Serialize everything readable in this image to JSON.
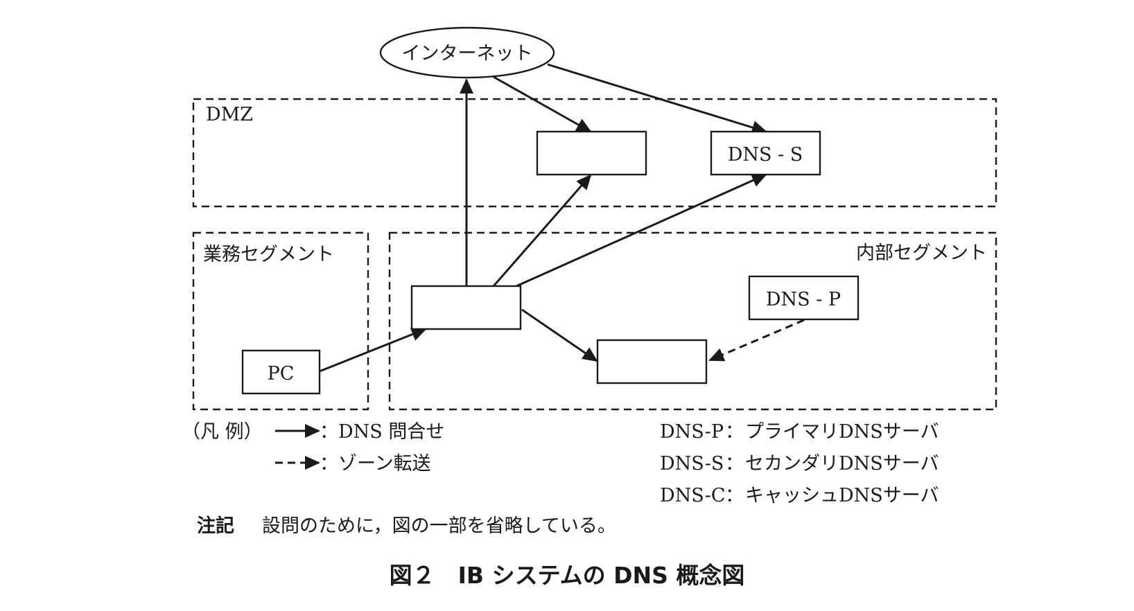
{
  "diagram": {
    "zones": {
      "dmz": "DMZ",
      "business": "業務セグメント",
      "internal": "内部セグメント"
    },
    "nodes": {
      "internet": "インターネット",
      "dmz_server": "",
      "dns_s": "DNS - S",
      "dns_c_hub": "",
      "pc": "PC",
      "dns_p": "DNS - P",
      "internal_server": ""
    },
    "edges": [
      {
        "from": "pc",
        "to": "dns_c_hub",
        "type": "dns-query"
      },
      {
        "from": "dns_c_hub",
        "to": "internet",
        "type": "dns-query"
      },
      {
        "from": "dns_c_hub",
        "to": "dmz_server",
        "type": "dns-query"
      },
      {
        "from": "dns_c_hub",
        "to": "dns_s",
        "type": "dns-query"
      },
      {
        "from": "dns_c_hub",
        "to": "internal_server",
        "type": "dns-query"
      },
      {
        "from": "internet",
        "to": "dmz_server",
        "type": "dns-query"
      },
      {
        "from": "internet",
        "to": "dns_s",
        "type": "dns-query"
      },
      {
        "from": "dns_p",
        "to": "internal_server",
        "type": "zone-transfer"
      }
    ]
  },
  "legend": {
    "prefix": "（凡 例）",
    "solid_label": "：DNS 問合せ",
    "dashed_label": "：ゾーン転送"
  },
  "glossary": [
    {
      "term": "DNS-P",
      "sep": "：",
      "desc": "プライマリDNSサーバ"
    },
    {
      "term": "DNS-S",
      "sep": "：",
      "desc": "セカンダリDNSサーバ"
    },
    {
      "term": "DNS-C",
      "sep": "：",
      "desc": "キャッシュDNSサーバ"
    }
  ],
  "note": {
    "label": "注記",
    "text": "設問のために，図の一部を省略している。"
  },
  "caption": "図２　IB システムの DNS 概念図"
}
